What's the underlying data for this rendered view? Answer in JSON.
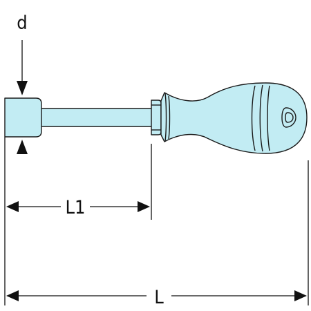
{
  "labels": {
    "diameter": "d",
    "shaft_length": "L1",
    "total_length": "L"
  },
  "colors": {
    "tool_fill": "#c2ecf3",
    "tool_stroke": "#1a1a1a",
    "dimension_line": "#111111",
    "background": "#ffffff"
  },
  "icons": {
    "dimension_arrow": "arrowhead"
  }
}
